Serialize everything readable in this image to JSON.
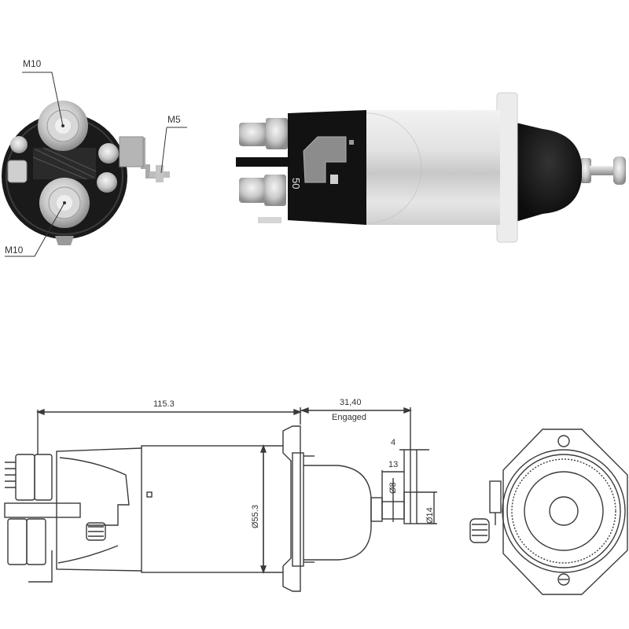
{
  "product": {
    "type": "starter solenoid",
    "photo_view_front": {
      "labels": {
        "top_terminal": "M10",
        "bottom_terminal": "M10",
        "side_terminal": "M5"
      }
    },
    "photo_view_side": {
      "marking": "50"
    }
  },
  "drawing": {
    "side_view": {
      "overall_length_label": "115.3",
      "engaged_length_label": "31,40",
      "engaged_caption": "Engaged",
      "diameter_label": "Ø55.3",
      "plunger_offset_label": "4",
      "plunger_length_label": "13",
      "plunger_shaft_diameter_label": "Ø8",
      "plunger_head_diameter_label": "Ø14"
    },
    "end_view": {}
  },
  "colors": {
    "line": "#3a3a3a",
    "body_silver": "#dcdcdc",
    "cap_black": "#141414",
    "background": "#ffffff"
  }
}
